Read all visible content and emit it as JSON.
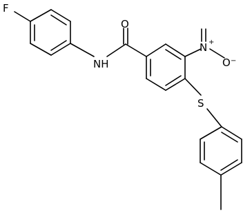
{
  "atoms": {
    "fluorine": "F",
    "amide_nh": "NH",
    "carbonyl_o": "O",
    "nitro_n": "N",
    "nitro_n_charge": "+",
    "nitro_o_minus": "O",
    "nitro_o_charge": "−",
    "sulfur": "S"
  },
  "colors": {
    "line": "#000000",
    "background": "#ffffff"
  }
}
